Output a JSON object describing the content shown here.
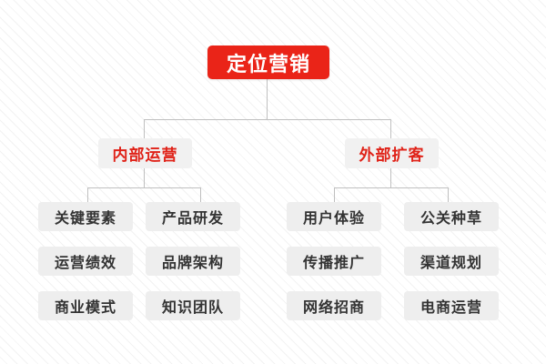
{
  "diagram": {
    "type": "tree",
    "title_colors": {
      "root_background": "#ea2418",
      "root_text": "#ffffff",
      "branch_background": "#f1f1f1",
      "branch_text": "#e02218",
      "leaf_background": "#eeeeee",
      "leaf_text": "#333333",
      "connector": "#bfbfbf",
      "page_background": "#fbfbfb"
    },
    "root": {
      "label": "定位营销"
    },
    "branches": [
      {
        "label": "内部运营",
        "leaves": [
          {
            "label": "关键要素"
          },
          {
            "label": "产品研发"
          },
          {
            "label": "运营绩效"
          },
          {
            "label": "品牌架构"
          },
          {
            "label": "商业模式"
          },
          {
            "label": "知识团队"
          }
        ]
      },
      {
        "label": "外部扩客",
        "leaves": [
          {
            "label": "用户体验"
          },
          {
            "label": "公关种草"
          },
          {
            "label": "传播推广"
          },
          {
            "label": "渠道规划"
          },
          {
            "label": "网络招商"
          },
          {
            "label": "电商运营"
          }
        ]
      }
    ]
  }
}
